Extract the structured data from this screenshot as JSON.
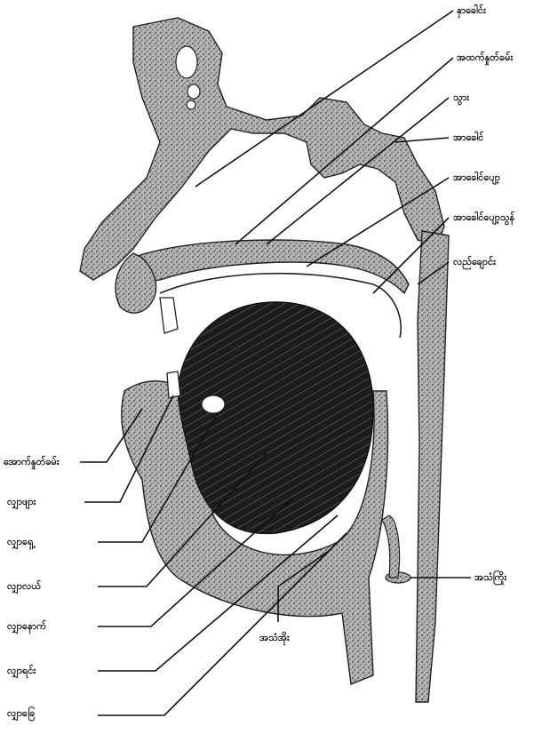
{
  "labels": {
    "nasal_cavity": "နှာခေါင်း",
    "upper_lip": "အထက်နှုတ်ခမ်း",
    "teeth": "သွား",
    "hard_palate": "အာခေါင်",
    "soft_palate": "အာခေါင်ပျော့",
    "uvula": "အာခေါင်ပျော့သွန်",
    "pharynx": "လည်ချောင်း",
    "lower_lip": "အောက်နှုတ်ခမ်း",
    "tongue_tip": "လျှာဖျား",
    "tongue_blade": "လျှာရှေ့",
    "tongue_middle": "လျှာလယ်",
    "tongue_back": "လျှာနောက်",
    "tongue_root": "လျှာရင်း",
    "tongue_base": "လျှာခြေ",
    "larynx": "အသံအိုး",
    "vocal_cords": "အသံကြိုး"
  }
}
